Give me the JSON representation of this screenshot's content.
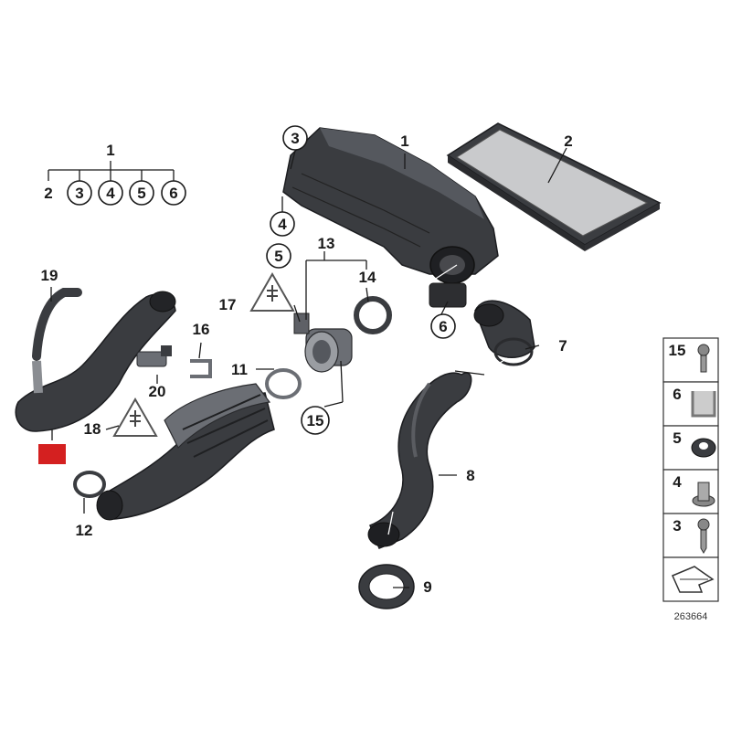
{
  "diagram": {
    "reference_number": "263664",
    "marker_color": "#d42020",
    "part_color": "#3a3c40",
    "group": {
      "top": "1",
      "members": [
        "2",
        "3",
        "4",
        "5",
        "6"
      ]
    },
    "callouts": {
      "c1": "1",
      "c2": "2",
      "c3": "3",
      "c4": "4",
      "c5": "5",
      "c6": "6",
      "c7": "7",
      "c8": "8",
      "c9": "9",
      "c11": "11",
      "c12": "12",
      "c13": "13",
      "c14": "14",
      "c15": "15",
      "c16": "16",
      "c17": "17",
      "c18": "18",
      "c19": "19",
      "c20": "20"
    },
    "sidebar": [
      "15",
      "6",
      "5",
      "4",
      "3"
    ],
    "warning_icons": [
      "warning-triangle-17",
      "warning-triangle-18"
    ]
  }
}
